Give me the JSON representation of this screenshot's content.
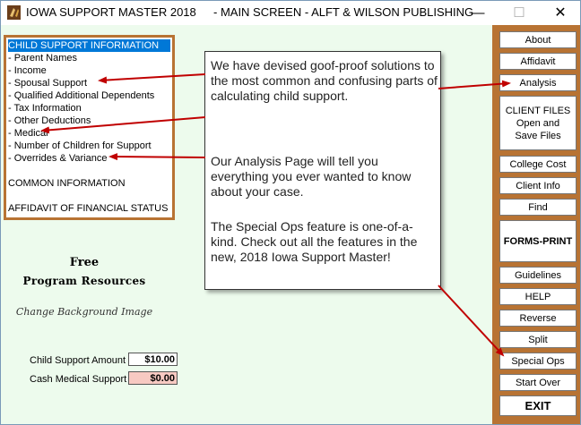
{
  "titlebar": {
    "app_title": "IOWA SUPPORT MASTER 2018",
    "main_title": "- MAIN SCREEN - ALFT & WILSON PUBLISHING",
    "minimize": "—",
    "maximize": "☐",
    "close": "✕"
  },
  "menu": {
    "items": [
      "CHILD SUPPORT INFORMATION",
      "- Parent Names",
      "- Income",
      "- Spousal Support",
      "- Qualified Additional Dependents",
      "- Tax Information",
      "- Other Deductions",
      "- Medical",
      "- Number of Children for Support",
      "- Overrides & Variance",
      "COMMON INFORMATION",
      "AFFIDAVIT OF FINANCIAL STATUS"
    ],
    "selected_index": 0
  },
  "resources": {
    "free": "Free",
    "program": "Program Resources",
    "change_bg": "Change Background Image"
  },
  "amounts": {
    "child_support_label": "Child Support Amount",
    "child_support_value": "$10.00",
    "cash_medical_label": "Cash Medical Support",
    "cash_medical_value": "$0.00"
  },
  "callout": {
    "p1": "We have devised goof-proof solutions to the most common and confusing parts of calculating child support.",
    "p2": "Our Analysis Page will tell you everything you ever wanted to know about your case.",
    "p3": "The Special Ops feature is one-of-a-kind. Check out all the features in the new, 2018 Iowa Support Master!"
  },
  "sidebar": {
    "about": "About",
    "affidavit": "Affidavit",
    "analysis": "Analysis",
    "client_files": "CLIENT FILES Open and Save Files",
    "college_cost": "College Cost",
    "client_info": "Client Info",
    "find": "Find",
    "forms_print": "FORMS-PRINT",
    "guidelines": "Guidelines",
    "help": "HELP",
    "reverse": "Reverse",
    "split": "Split",
    "special_ops": "Special Ops",
    "start_over": "Start Over",
    "exit": "EXIT"
  },
  "colors": {
    "accent_border": "#b87333",
    "selection": "#0078d7",
    "arrow": "#c00000",
    "background": "#edfbed",
    "medical_field": "#f7c9c2"
  }
}
